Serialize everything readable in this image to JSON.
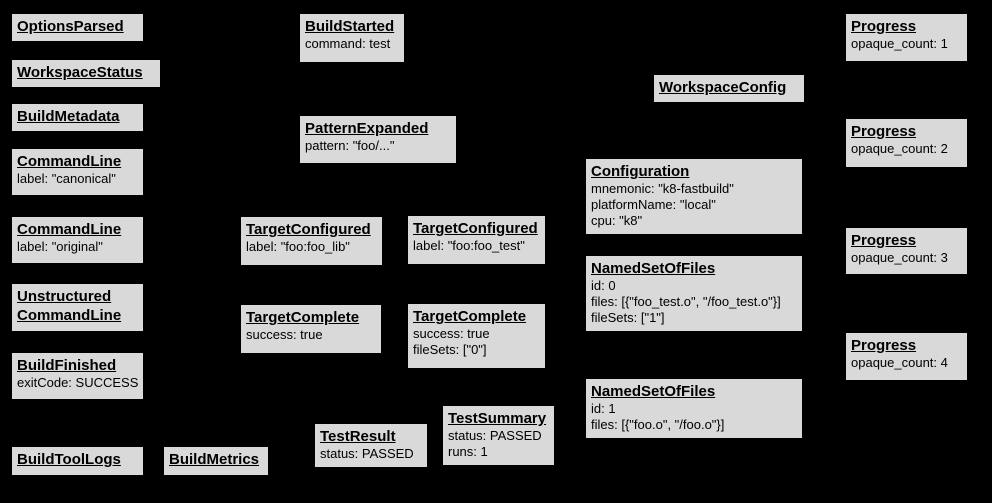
{
  "diagram": {
    "description": "Build event protocol event graph",
    "colors": {
      "background": "#000000",
      "node_fill": "#d9d9d9",
      "node_border": "#000000",
      "node_text": "#000000"
    }
  },
  "boxes": [
    {
      "name": "options-parsed",
      "title": "OptionsParsed",
      "lines": []
    },
    {
      "name": "workspace-status",
      "title": "WorkspaceStatus",
      "lines": []
    },
    {
      "name": "build-metadata",
      "title": "BuildMetadata",
      "lines": []
    },
    {
      "name": "command-line-canonical",
      "title": "CommandLine",
      "lines": [
        "label: \"canonical\""
      ]
    },
    {
      "name": "command-line-original",
      "title": "CommandLine",
      "lines": [
        "label: \"original\""
      ]
    },
    {
      "name": "unstructured-command-line",
      "title": "Unstructured CommandLine",
      "lines": []
    },
    {
      "name": "build-finished",
      "title": "BuildFinished",
      "lines": [
        "exitCode: SUCCESS"
      ]
    },
    {
      "name": "build-tool-logs",
      "title": "BuildToolLogs",
      "lines": []
    },
    {
      "name": "build-metrics",
      "title": "BuildMetrics",
      "lines": []
    },
    {
      "name": "build-started",
      "title": "BuildStarted",
      "lines": [
        "command: test"
      ]
    },
    {
      "name": "pattern-expanded",
      "title": "PatternExpanded",
      "lines": [
        "pattern: \"foo/...\""
      ]
    },
    {
      "name": "target-configured-foo-lib",
      "title": "TargetConfigured",
      "lines": [
        "label: \"foo:foo_lib\""
      ]
    },
    {
      "name": "target-configured-foo-test",
      "title": "TargetConfigured",
      "lines": [
        "label: \"foo:foo_test\""
      ]
    },
    {
      "name": "target-complete-foo-lib",
      "title": "TargetComplete",
      "lines": [
        "success: true"
      ]
    },
    {
      "name": "target-complete-foo-test",
      "title": "TargetComplete",
      "lines": [
        "success: true",
        "fileSets: [\"0\"]"
      ]
    },
    {
      "name": "test-result",
      "title": "TestResult",
      "lines": [
        "status: PASSED"
      ]
    },
    {
      "name": "test-summary",
      "title": "TestSummary",
      "lines": [
        "status: PASSED",
        "runs: 1"
      ]
    },
    {
      "name": "workspace-config",
      "title": "WorkspaceConfig",
      "lines": []
    },
    {
      "name": "configuration",
      "title": "Configuration",
      "lines": [
        "mnemonic: \"k8-fastbuild\"",
        "platformName: \"local\"",
        "cpu: \"k8\""
      ]
    },
    {
      "name": "named-set-of-files-0",
      "title": "NamedSetOfFiles",
      "lines": [
        "id: 0",
        "files: [{\"foo_test.o\", \"/foo_test.o\"}]",
        "fileSets: [\"1\"]"
      ]
    },
    {
      "name": "named-set-of-files-1",
      "title": "NamedSetOfFiles",
      "lines": [
        "id: 1",
        "files: [{\"foo.o\", \"/foo.o\"}]"
      ]
    },
    {
      "name": "progress-1",
      "title": "Progress",
      "lines": [
        "opaque_count: 1"
      ]
    },
    {
      "name": "progress-2",
      "title": "Progress",
      "lines": [
        "opaque_count: 2"
      ]
    },
    {
      "name": "progress-3",
      "title": "Progress",
      "lines": [
        "opaque_count: 3"
      ]
    },
    {
      "name": "progress-4",
      "title": "Progress",
      "lines": [
        "opaque_count: 4"
      ]
    }
  ]
}
